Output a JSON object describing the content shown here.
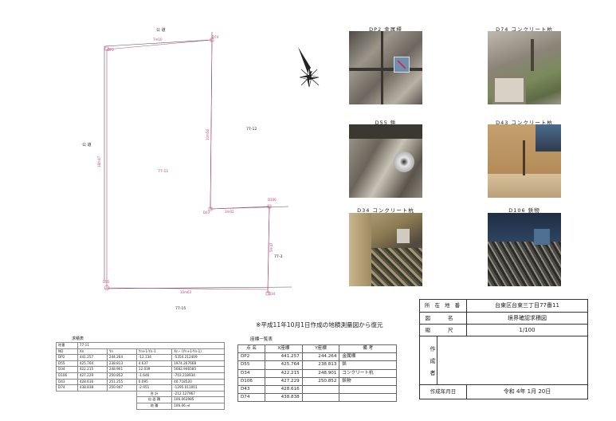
{
  "survey_plan": {
    "road_top": "公 道",
    "road_left": "公 道",
    "parcel_main": "77-11",
    "parcel_right": "77-12",
    "parcel_lower_right": "77-3",
    "parcel_bottom": "77-15",
    "points": {
      "dp2": "DP2",
      "d74": "D74",
      "d43": "D43",
      "d106": "D106",
      "d55": "D55",
      "d34": "D34"
    },
    "dims": {
      "top": "7m10",
      "left": "18m47",
      "mid_vertical": "10m56",
      "mid_horizontal": "3m02",
      "right_lower": "5m47",
      "bottom": "10m63"
    }
  },
  "note": "※平成11年10月1日作成の地積測量図から復元",
  "photos": [
    {
      "caption": "DP2 金属標"
    },
    {
      "caption": "D74 コンクリート杭"
    },
    {
      "caption": "D55 鋲"
    },
    {
      "caption": "D43 コンクリート杭"
    },
    {
      "caption": "D34 コンクリート杭"
    },
    {
      "caption": "D106 鋲物"
    }
  ],
  "area_calc": {
    "title": "求積表",
    "parcel_label": "地番",
    "parcel_value": "77-11",
    "headers": [
      "NO",
      "Xn",
      "Yn",
      "Yn+1-Yn-1",
      "Xn・(Yn+1-Yn-1)"
    ],
    "rows": [
      [
        "DP2",
        "441.257",
        "244.264",
        "-12.134",
        "-5354.212409"
      ],
      [
        "D55",
        "425.764",
        "238.813",
        "4.637",
        "1974.267668"
      ],
      [
        "D34",
        "422.215",
        "248.901",
        "12.039",
        "5082.946585"
      ],
      [
        "D106",
        "427.229",
        "250.852",
        "-1.646",
        "-703.218934"
      ],
      [
        "D43",
        "428.616",
        "251.255",
        "0.095",
        "40.718520"
      ],
      [
        "D74",
        "438.838",
        "250.947",
        "-2.951",
        "-1295.011001"
      ]
    ],
    "sum_label": "合 計",
    "sum_value": "-212.127967",
    "double_area_label": "倍 面 積",
    "double_area_value": "106.063985",
    "area_label": "地 積",
    "area_value": "106.06 ㎡"
  },
  "coord_list": {
    "title": "座標一覧表",
    "headers": [
      "点 名",
      "X座標",
      "Y座標",
      "備 考"
    ],
    "rows": [
      [
        "DP2",
        "441.257",
        "244.264",
        "金属標"
      ],
      [
        "D55",
        "425.764",
        "238.813",
        "鋲"
      ],
      [
        "D34",
        "422.215",
        "248.901",
        "コンクリート杭"
      ],
      [
        "D106",
        "427.229",
        "250.852",
        "鋲物"
      ],
      [
        "D43",
        "428.616",
        "",
        ""
      ],
      [
        "D74",
        "438.838",
        "",
        ""
      ]
    ]
  },
  "title_block": {
    "location_label": "所 在 地 番",
    "location_value": "台東区台東三丁目77番11",
    "drawing_label": "図 名",
    "drawing_value": "境界確認求積図",
    "scale_label": "縮 尺",
    "scale_value": "1/100",
    "author_label": "作成者",
    "author_value": "",
    "date_label": "作成年月日",
    "date_value": "令和 4年 1月 20日"
  },
  "colors": {
    "boundary": "#c0447a",
    "line": "#555555"
  }
}
